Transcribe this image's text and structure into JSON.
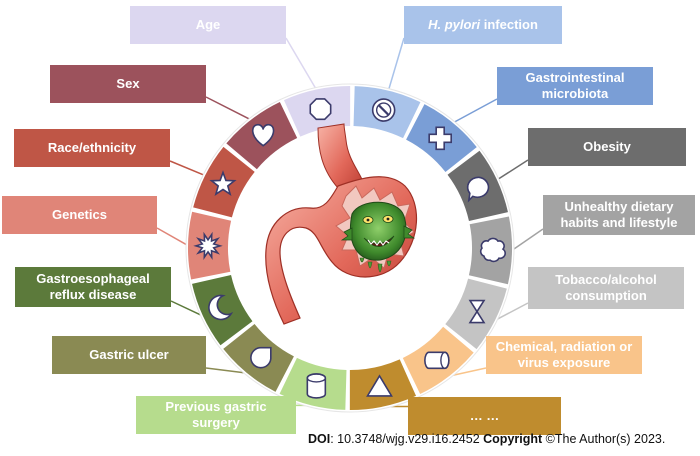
{
  "figure": {
    "factors": [
      {
        "id": "age",
        "label": "Age",
        "color": "#dcd7f0",
        "text_color": "#ffffff",
        "icon": "octagon-icon"
      },
      {
        "id": "h-pylori",
        "label_italic": "H. pylori",
        "label_rest": " infection",
        "color": "#a9c3ea",
        "text_color": "#ffffff",
        "icon": "prohibition-icon"
      },
      {
        "id": "microbiota",
        "label": "Gastrointestinal microbiota",
        "color": "#7a9ed6",
        "text_color": "#ffffff",
        "icon": "cross-icon"
      },
      {
        "id": "obesity",
        "label": "Obesity",
        "color": "#6d6d6d",
        "text_color": "#ffffff",
        "icon": "speech-bubble-icon"
      },
      {
        "id": "diet",
        "label": "Unhealthy dietary habits and lifestyle",
        "color": "#a3a3a3",
        "text_color": "#ffffff",
        "icon": "cloud-icon"
      },
      {
        "id": "tobacco",
        "label": "Tobacco/alcohol consumption",
        "color": "#c4c4c4",
        "text_color": "#ffffff",
        "icon": "hourglass-icon"
      },
      {
        "id": "chemical",
        "label": "Chemical, radiation or virus exposure",
        "color": "#f9c48a",
        "text_color": "#ffffff",
        "icon": "cylinder-sideways-icon"
      },
      {
        "id": "more",
        "label": "… …",
        "color": "#bf8c2e",
        "text_color": "#ffffff",
        "icon": "triangle-icon"
      },
      {
        "id": "previous-surgery",
        "label": "Previous gastric surgery",
        "color": "#b6dc8d",
        "text_color": "#ffffff",
        "icon": "cylinder-icon"
      },
      {
        "id": "gastric-ulcer",
        "label": "Gastric ulcer",
        "color": "#8a8a53",
        "text_color": "#ffffff",
        "icon": "teardrop-icon"
      },
      {
        "id": "gerd",
        "label": "Gastroesophageal reflux disease",
        "color": "#5c7a3b",
        "text_color": "#ffffff",
        "icon": "crescent-moon-icon"
      },
      {
        "id": "genetics",
        "label": "Genetics",
        "color": "#e08578",
        "text_color": "#ffffff",
        "icon": "starburst-icon"
      },
      {
        "id": "race",
        "label": "Race/ethnicity",
        "color": "#bf5646",
        "text_color": "#ffffff",
        "icon": "star-icon"
      },
      {
        "id": "sex",
        "label": "Sex",
        "color": "#9c525c",
        "text_color": "#ffffff",
        "icon": "heart-icon"
      }
    ]
  },
  "footer": {
    "doi_label": "DOI",
    "doi_value": ": 10.3748/wjg.v29.i16.2452 ",
    "copyright_label": "Copyright",
    "copyright_value": " ©The Author(s) 2023."
  }
}
